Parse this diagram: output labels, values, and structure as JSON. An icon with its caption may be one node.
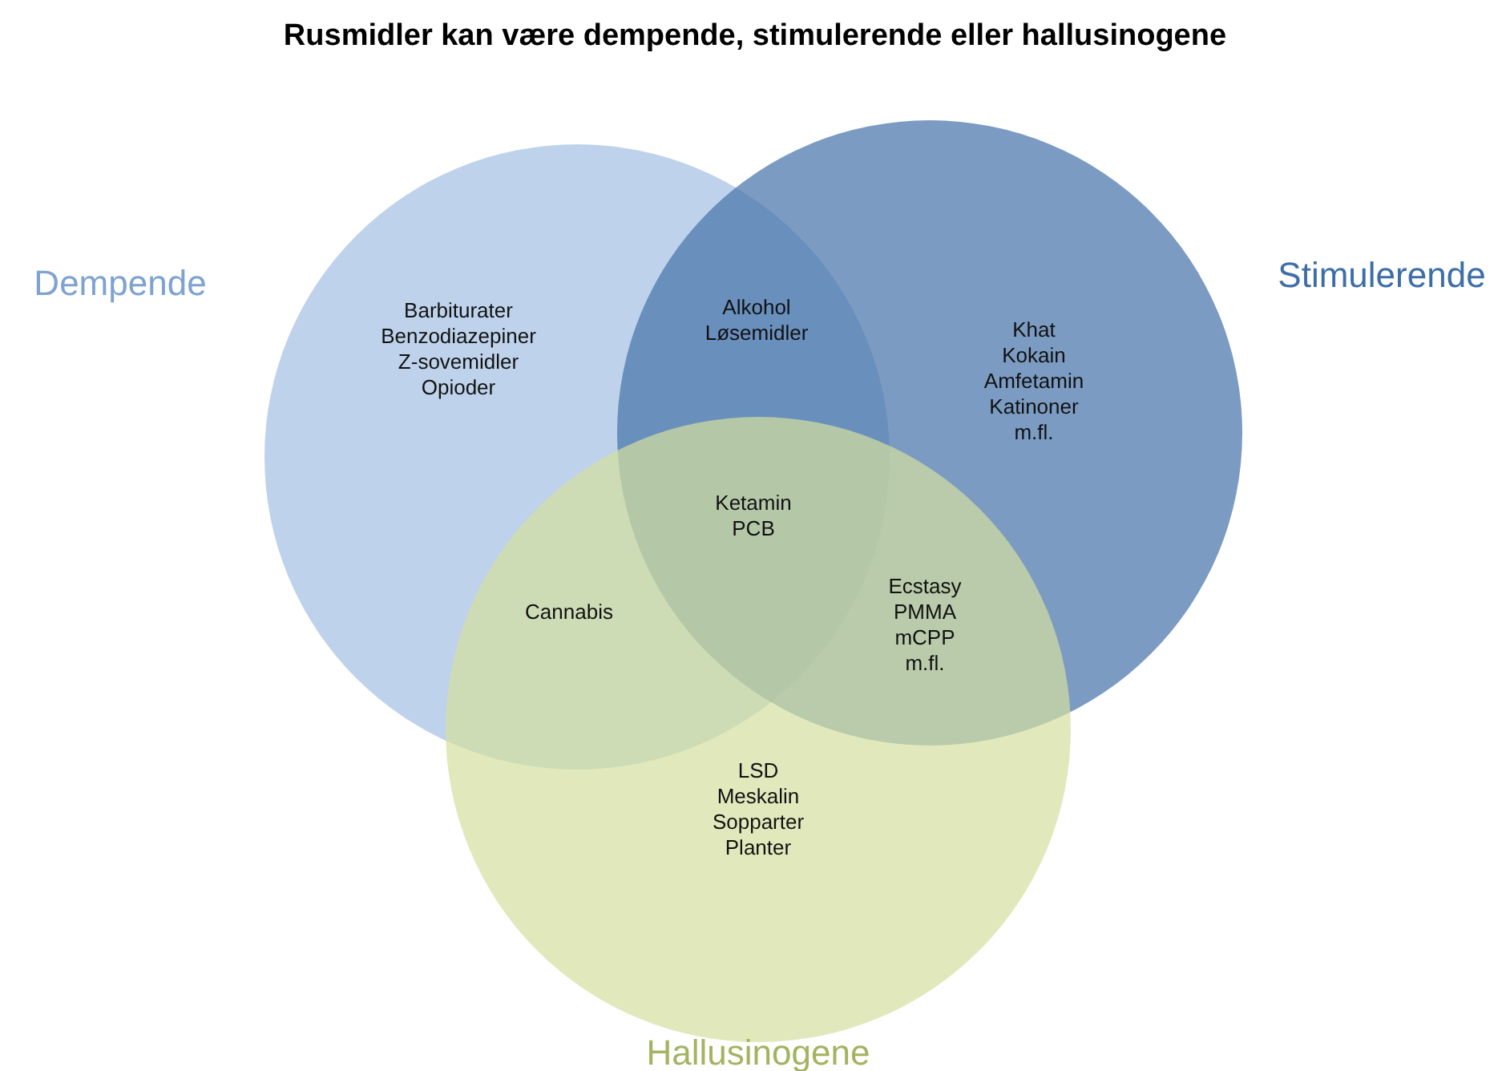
{
  "diagram": {
    "title": "Rusmidler kan være dempende, stimulerende eller hallusinogene",
    "nodes": [
      {
        "text": [
          "Dempende",
          "Barbiturater Benzodiazepiner Z-sovemidler Opioder"
        ]
      },
      {
        "text": [
          "Stimulerende",
          "Khat Kokain Amfetamin Katinoner m.fl."
        ]
      },
      {
        "text": [
          "LSD Meskalin Sopparter Planter",
          "Hallusinogene"
        ]
      }
    ],
    "labels": [
      "Alkohol Løsemidler",
      "Ketamin PCB",
      "Cannabis",
      "Ecstasy PMMA mCPP m.fl."
    ]
  }
}
